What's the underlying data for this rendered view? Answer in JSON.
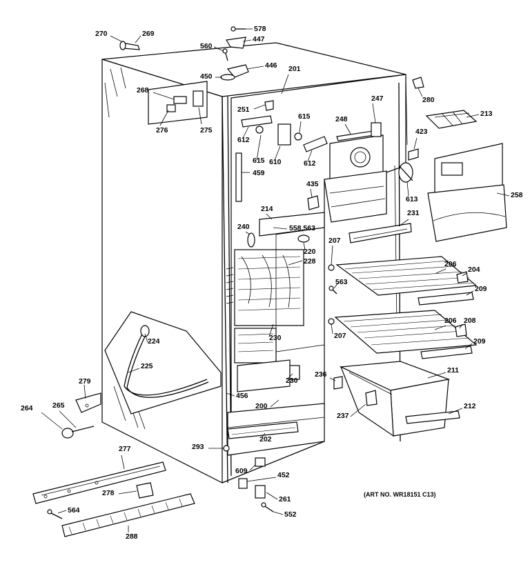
{
  "art_number": "(ART NO. WR18151 C13)",
  "callouts": [
    "270",
    "269",
    "578",
    "447",
    "560",
    "446",
    "450",
    "201",
    "268",
    "276",
    "275",
    "280",
    "251",
    "247",
    "248",
    "213",
    "615",
    "612",
    "610",
    "612",
    "423",
    "615",
    "459",
    "613",
    "435",
    "258",
    "214",
    "231",
    "240",
    "558,563",
    "220",
    "228",
    "207",
    "206",
    "204",
    "563",
    "209",
    "206",
    "208",
    "224",
    "230",
    "207",
    "209",
    "225",
    "236",
    "211",
    "230",
    "279",
    "456",
    "200",
    "212",
    "264",
    "265",
    "237",
    "202",
    "293",
    "277",
    "609",
    "452",
    "278",
    "261",
    "564",
    "552",
    "288"
  ]
}
